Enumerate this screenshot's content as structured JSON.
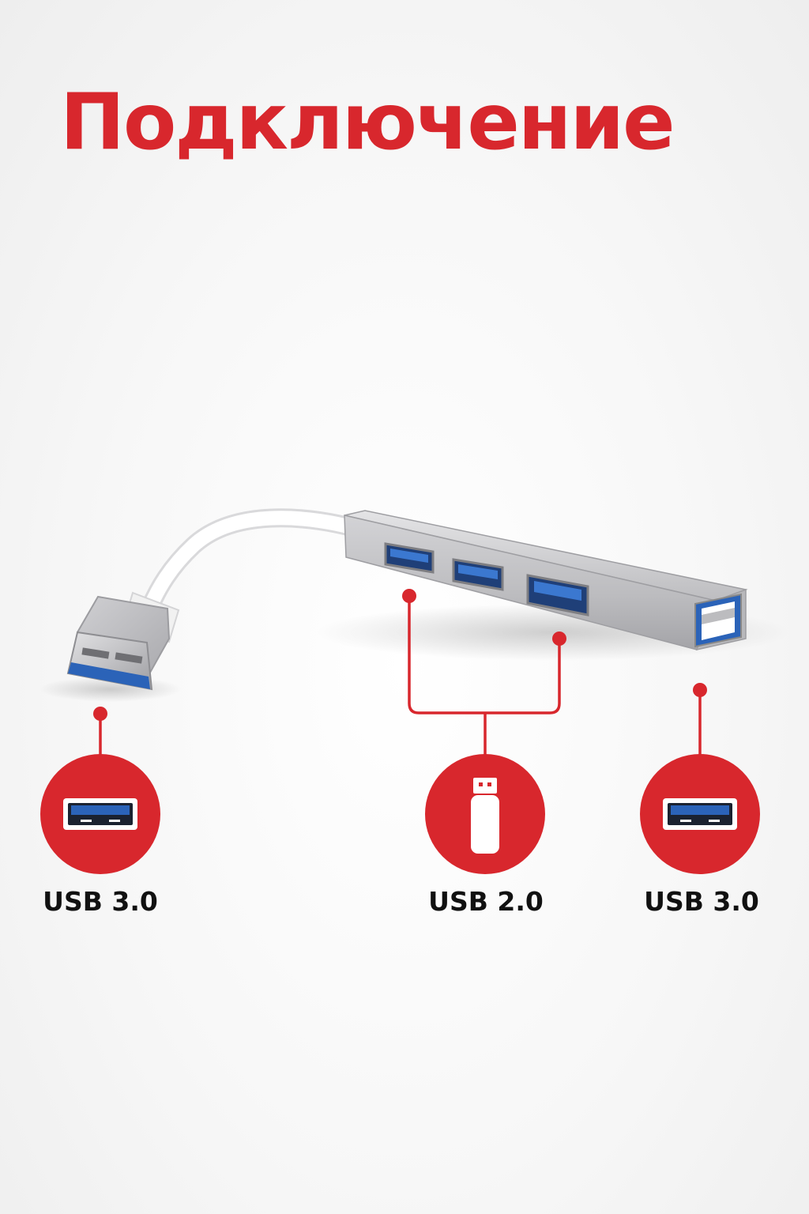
{
  "title": "Подключение",
  "colors": {
    "accent": "#d8272d",
    "text": "#111111",
    "usb3_blue": "#2b63b8",
    "hub_silver": "#c9c9cc",
    "cable_white": "#ffffff"
  },
  "callouts": [
    {
      "icon": "usb-port-icon",
      "label": "USB 3.0"
    },
    {
      "icon": "usb-flash-drive-icon",
      "label": "USB 2.0"
    },
    {
      "icon": "usb-port-icon",
      "label": "USB 3.0"
    }
  ]
}
